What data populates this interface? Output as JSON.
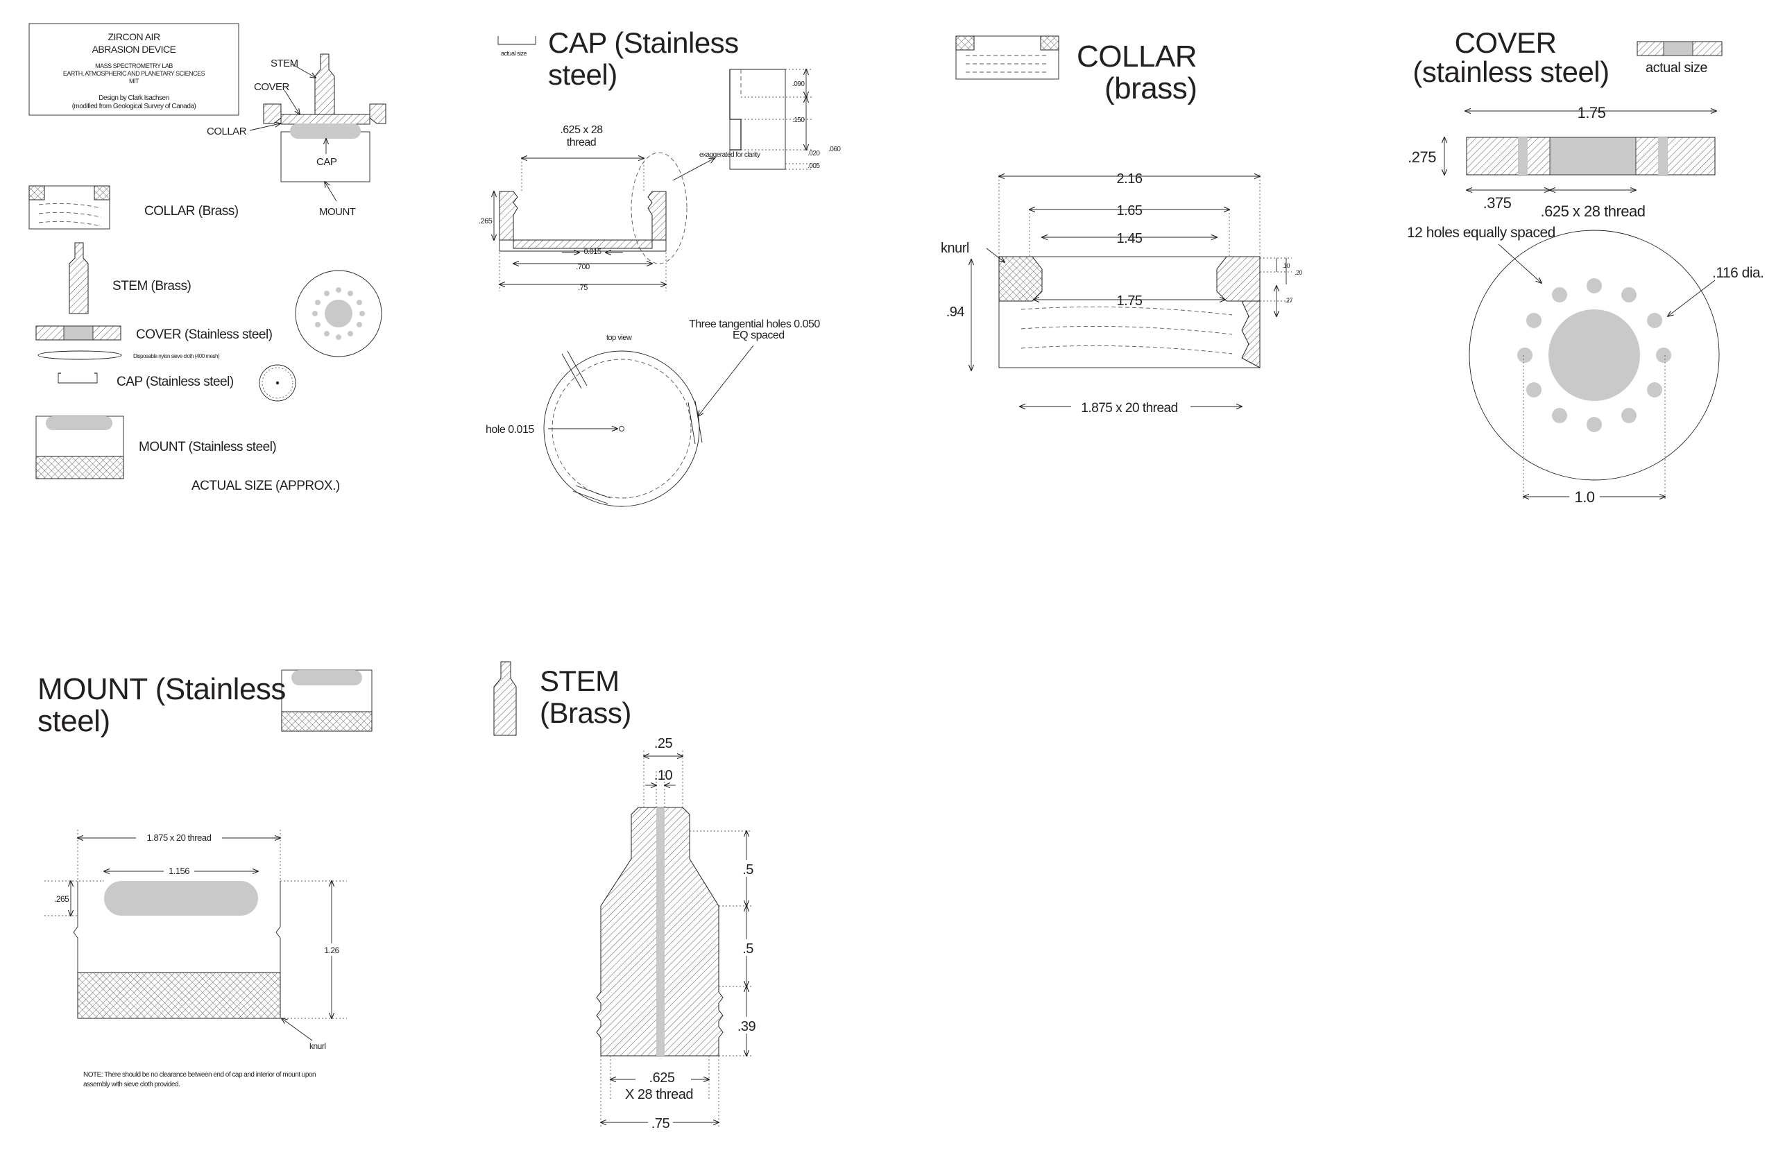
{
  "title_block": {
    "line1": "ZIRCON AIR",
    "line2": "ABRASION DEVICE",
    "lab1": "MASS SPECTROMETRY LAB",
    "lab2": "EARTH, ATMOSPHERIC AND PLANETARY SCIENCES",
    "lab3": "MIT",
    "design": "Design by Clark Isachsen",
    "modified": "(modified from Geological Survey of Canada)"
  },
  "assembly": {
    "stem": "STEM",
    "cover": "COVER",
    "collar": "COLLAR",
    "cap": "CAP",
    "mount": "MOUNT"
  },
  "parts_list": {
    "collar": "COLLAR (Brass)",
    "stem": "STEM (Brass)",
    "cover": "COVER (Stainless steel)",
    "cloth": "Disposable nylon sieve cloth (400 mesh)",
    "cap": "CAP (Stainless steel)",
    "mount": "MOUNT (Stainless steel)",
    "actual": "ACTUAL SIZE (APPROX.)"
  },
  "cap_panel": {
    "actual_size": "actual size",
    "title1": "CAP (Stainless",
    "title2": "steel)",
    "thread1": ".625 x 28",
    "thread2": "thread",
    "d265": ".265",
    "d0015": "0.015",
    "d700": ".700",
    "d75": ".75",
    "exaggerated": "exaggerated for clarity",
    "d090": ".090",
    "d150": ".150",
    "d020": ".020",
    "d060": ".060",
    "d005": ".005",
    "holes1": "Three tangential holes 0.050",
    "holes2": "EQ spaced",
    "top_view": "top view",
    "hole": "hole 0.015"
  },
  "collar_panel": {
    "title1": "COLLAR",
    "title2": "(brass)",
    "d216": "2.16",
    "d165": "1.65",
    "d145": "1.45",
    "d175": "1.75",
    "knurl": "knurl",
    "d94": ".94",
    "d10": ".10",
    "d20": ".20",
    "d27": ".27",
    "thread": "1.875 x 20 thread"
  },
  "cover_panel": {
    "title1": "COVER",
    "title2": "(stainless steel)",
    "actual_size": "actual size",
    "d175": "1.75",
    "d275": ".275",
    "d375": ".375",
    "thread": ".625 x 28 thread",
    "holes": "12 holes equally spaced",
    "hole_dia": ".116 dia.",
    "d10": "1.0"
  },
  "mount_panel": {
    "title1": "MOUNT (Stainless",
    "title2": "steel)",
    "thread": "1.875 x 20 thread",
    "d1156": "1.156",
    "d265": ".265",
    "d126": "1.26",
    "knurl": "knurl",
    "note1": "NOTE: There should be no clearance between end of cap and interior of mount upon",
    "note2": "assembly with sieve cloth provided."
  },
  "stem_panel": {
    "title1": "STEM",
    "title2": "(Brass)",
    "d25": ".25",
    "d10": ".10",
    "d5a": ".5",
    "d5b": ".5",
    "d39": ".39",
    "thread1": ".625",
    "thread2": "X 28 thread",
    "d75": ".75"
  }
}
